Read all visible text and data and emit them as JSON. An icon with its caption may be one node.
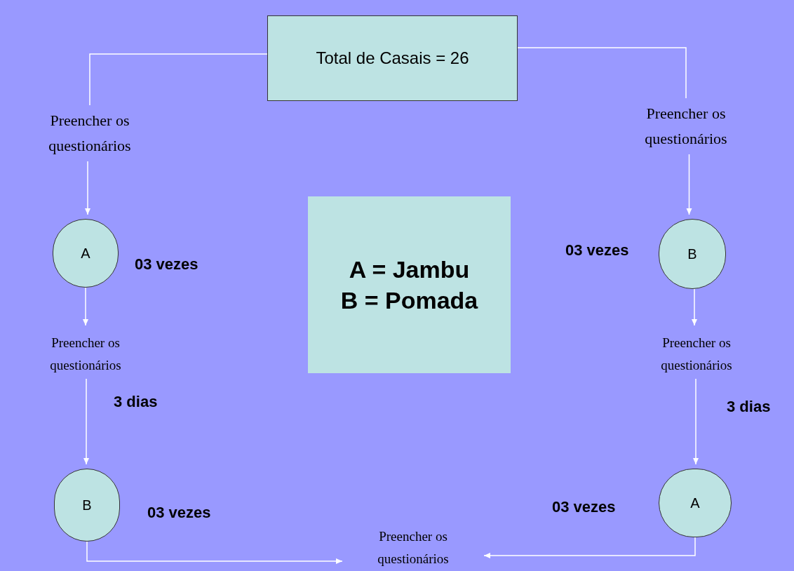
{
  "diagram": {
    "nodes": [
      {
        "text": [
          "Total de Casais = 26"
        ]
      },
      {
        "text": [
          "Preencher os questionários"
        ]
      },
      {
        "text": [
          "A"
        ],
        "beside": [
          "03 vezes"
        ]
      },
      {
        "text": [
          "Preencher os questionários"
        ]
      },
      {
        "text": [
          "B"
        ],
        "beside": [
          "03 vezes"
        ]
      },
      {
        "text": [
          "Preencher os questionários"
        ]
      },
      {
        "text": [
          "B"
        ],
        "beside": [
          "03 vezes"
        ]
      },
      {
        "text": [
          "Preencher os questionários"
        ]
      },
      {
        "text": [
          "A"
        ],
        "beside": [
          "03 vezes"
        ]
      },
      {
        "text": [
          "Preencher os questionários"
        ]
      },
      {
        "text": [
          "A = Jambu",
          "B = Pomada"
        ]
      }
    ],
    "edges": [
      {
        "from": 0,
        "to": 1,
        "arrow": "none"
      },
      {
        "from": 1,
        "to": 2,
        "arrow": "to"
      },
      {
        "from": 2,
        "to": 3,
        "arrow": "to"
      },
      {
        "from": 3,
        "to": 4,
        "arrow": "to",
        "label": "3 dias"
      },
      {
        "from": 0,
        "to": 5,
        "arrow": "none"
      },
      {
        "from": 5,
        "to": 6,
        "arrow": "to"
      },
      {
        "from": 6,
        "to": 7,
        "arrow": "to"
      },
      {
        "from": 7,
        "to": 8,
        "arrow": "to",
        "label": "3 dias"
      },
      {
        "from": 4,
        "to": 9,
        "arrow": "to"
      },
      {
        "from": 8,
        "to": 9,
        "arrow": "to"
      }
    ]
  }
}
